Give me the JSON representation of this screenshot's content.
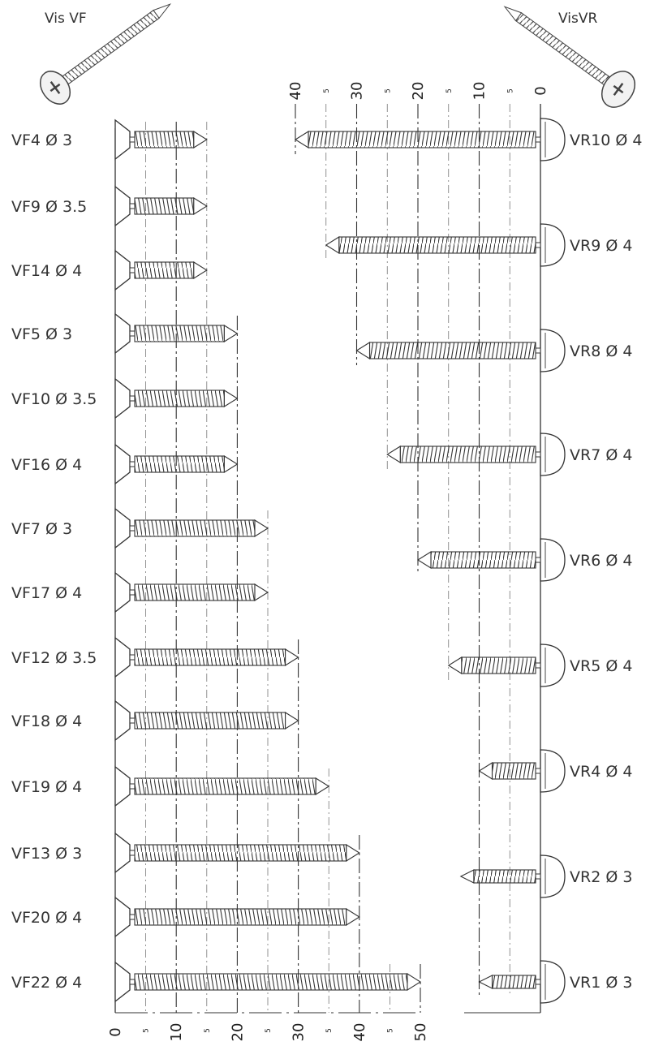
{
  "headers": {
    "left": "Vis VF",
    "right": "VisVR"
  },
  "left_scale": {
    "major_labels": [
      "0",
      "10",
      "20",
      "30",
      "40",
      "50"
    ],
    "minor_labels": [
      "5",
      "5",
      "5",
      "5",
      "5"
    ]
  },
  "right_scale": {
    "major_labels": [
      "0",
      "10",
      "20",
      "30",
      "40"
    ],
    "minor_labels": [
      "5",
      "5",
      "5",
      "5"
    ]
  },
  "left_screws": [
    {
      "label": "VF4 Ø 3",
      "length_mm": 15
    },
    {
      "label": "VF9 Ø 3.5",
      "length_mm": 15
    },
    {
      "label": "VF14 Ø 4",
      "length_mm": 15
    },
    {
      "label": "VF5 Ø 3",
      "length_mm": 20
    },
    {
      "label": "VF10 Ø 3.5",
      "length_mm": 20
    },
    {
      "label": "VF16 Ø 4",
      "length_mm": 20
    },
    {
      "label": "VF7 Ø 3",
      "length_mm": 25
    },
    {
      "label": "VF17 Ø 4",
      "length_mm": 25
    },
    {
      "label": "VF12 Ø 3.5",
      "length_mm": 30
    },
    {
      "label": "VF18 Ø 4",
      "length_mm": 30
    },
    {
      "label": "VF19 Ø 4",
      "length_mm": 35
    },
    {
      "label": "VF13 Ø 3",
      "length_mm": 40
    },
    {
      "label": "VF20 Ø 4",
      "length_mm": 40
    },
    {
      "label": "VF22 Ø 4",
      "length_mm": 50
    }
  ],
  "right_screws": [
    {
      "label": "VR10 Ø 4",
      "length_mm": 40
    },
    {
      "label": "VR9 Ø 4",
      "length_mm": 35
    },
    {
      "label": "VR8 Ø 4",
      "length_mm": 30
    },
    {
      "label": "VR7 Ø 4",
      "length_mm": 25
    },
    {
      "label": "VR6 Ø 4",
      "length_mm": 20
    },
    {
      "label": "VR5 Ø 4",
      "length_mm": 15
    },
    {
      "label": "VR4 Ø 4",
      "length_mm": 10
    },
    {
      "label": "VR2 Ø 3",
      "length_mm": 13
    },
    {
      "label": "VR1 Ø 3",
      "length_mm": 10
    }
  ]
}
